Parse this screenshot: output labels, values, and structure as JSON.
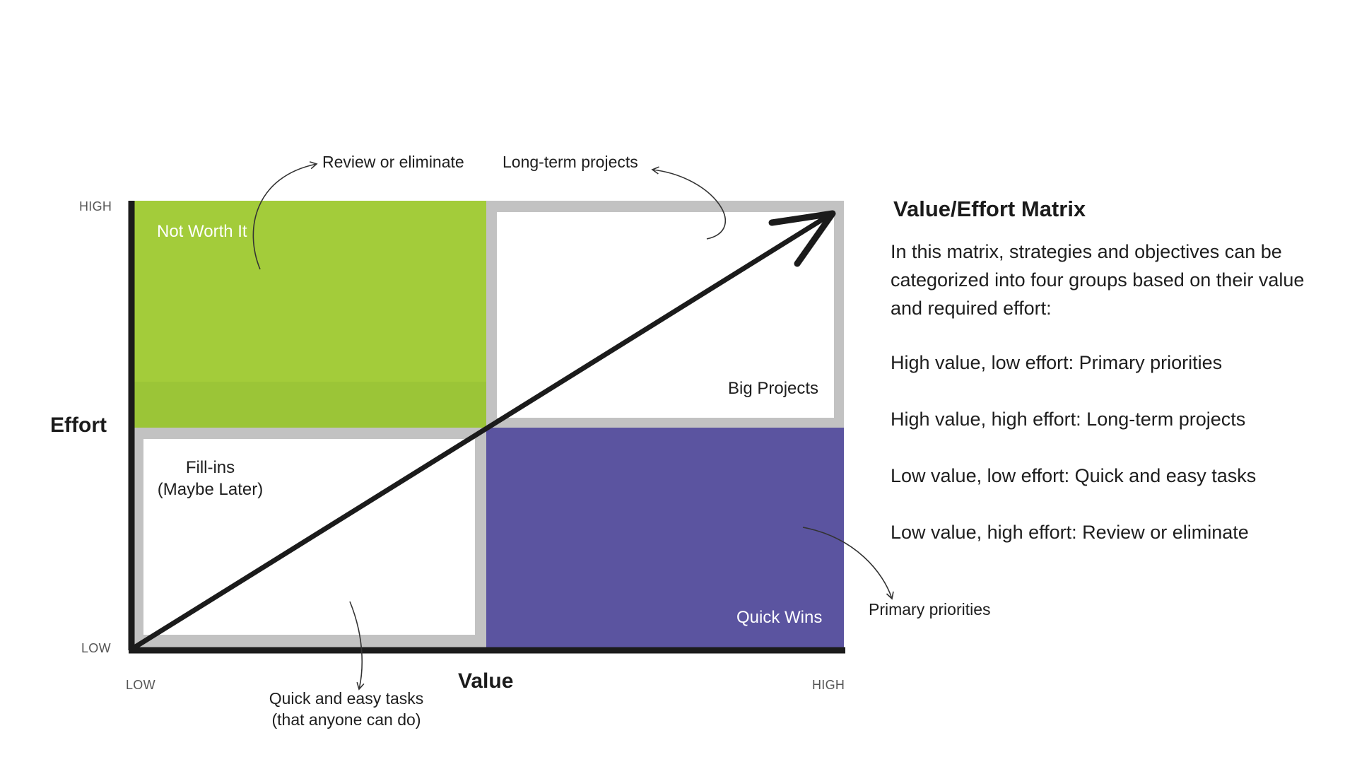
{
  "diagram": {
    "y_axis": {
      "title": "Effort",
      "high": "HIGH",
      "low": "LOW"
    },
    "x_axis": {
      "title": "Value",
      "low": "LOW",
      "high": "HIGH"
    },
    "quadrants": {
      "top_left": {
        "label": "Not Worth It",
        "color": "#a3cc3a"
      },
      "top_right": {
        "label": "Big Projects",
        "color": "#ffffff"
      },
      "bottom_left": {
        "label_line1": "Fill-ins",
        "label_line2": "(Maybe Later)",
        "color": "#ffffff"
      },
      "bottom_right": {
        "label": "Quick Wins",
        "color": "#5b54a0"
      }
    },
    "frame_color": "#c2c2c2",
    "annotations": {
      "review": "Review or eliminate",
      "long_term": "Long-term projects",
      "quick_easy_line1": "Quick and easy tasks",
      "quick_easy_line2": "(that anyone can do)",
      "primary": "Primary priorities"
    }
  },
  "panel": {
    "title": "Value/Effort Matrix",
    "intro_line1": "In this matrix, strategies and objectives can be",
    "intro_line2": "categorized into four groups based on their value",
    "intro_line3": "and required effort:",
    "items": [
      "High value, low effort: Primary priorities",
      "High value, high effort: Long-term projects",
      "Low value, low effort: Quick and easy tasks",
      "Low value, high effort: Review or eliminate"
    ]
  }
}
